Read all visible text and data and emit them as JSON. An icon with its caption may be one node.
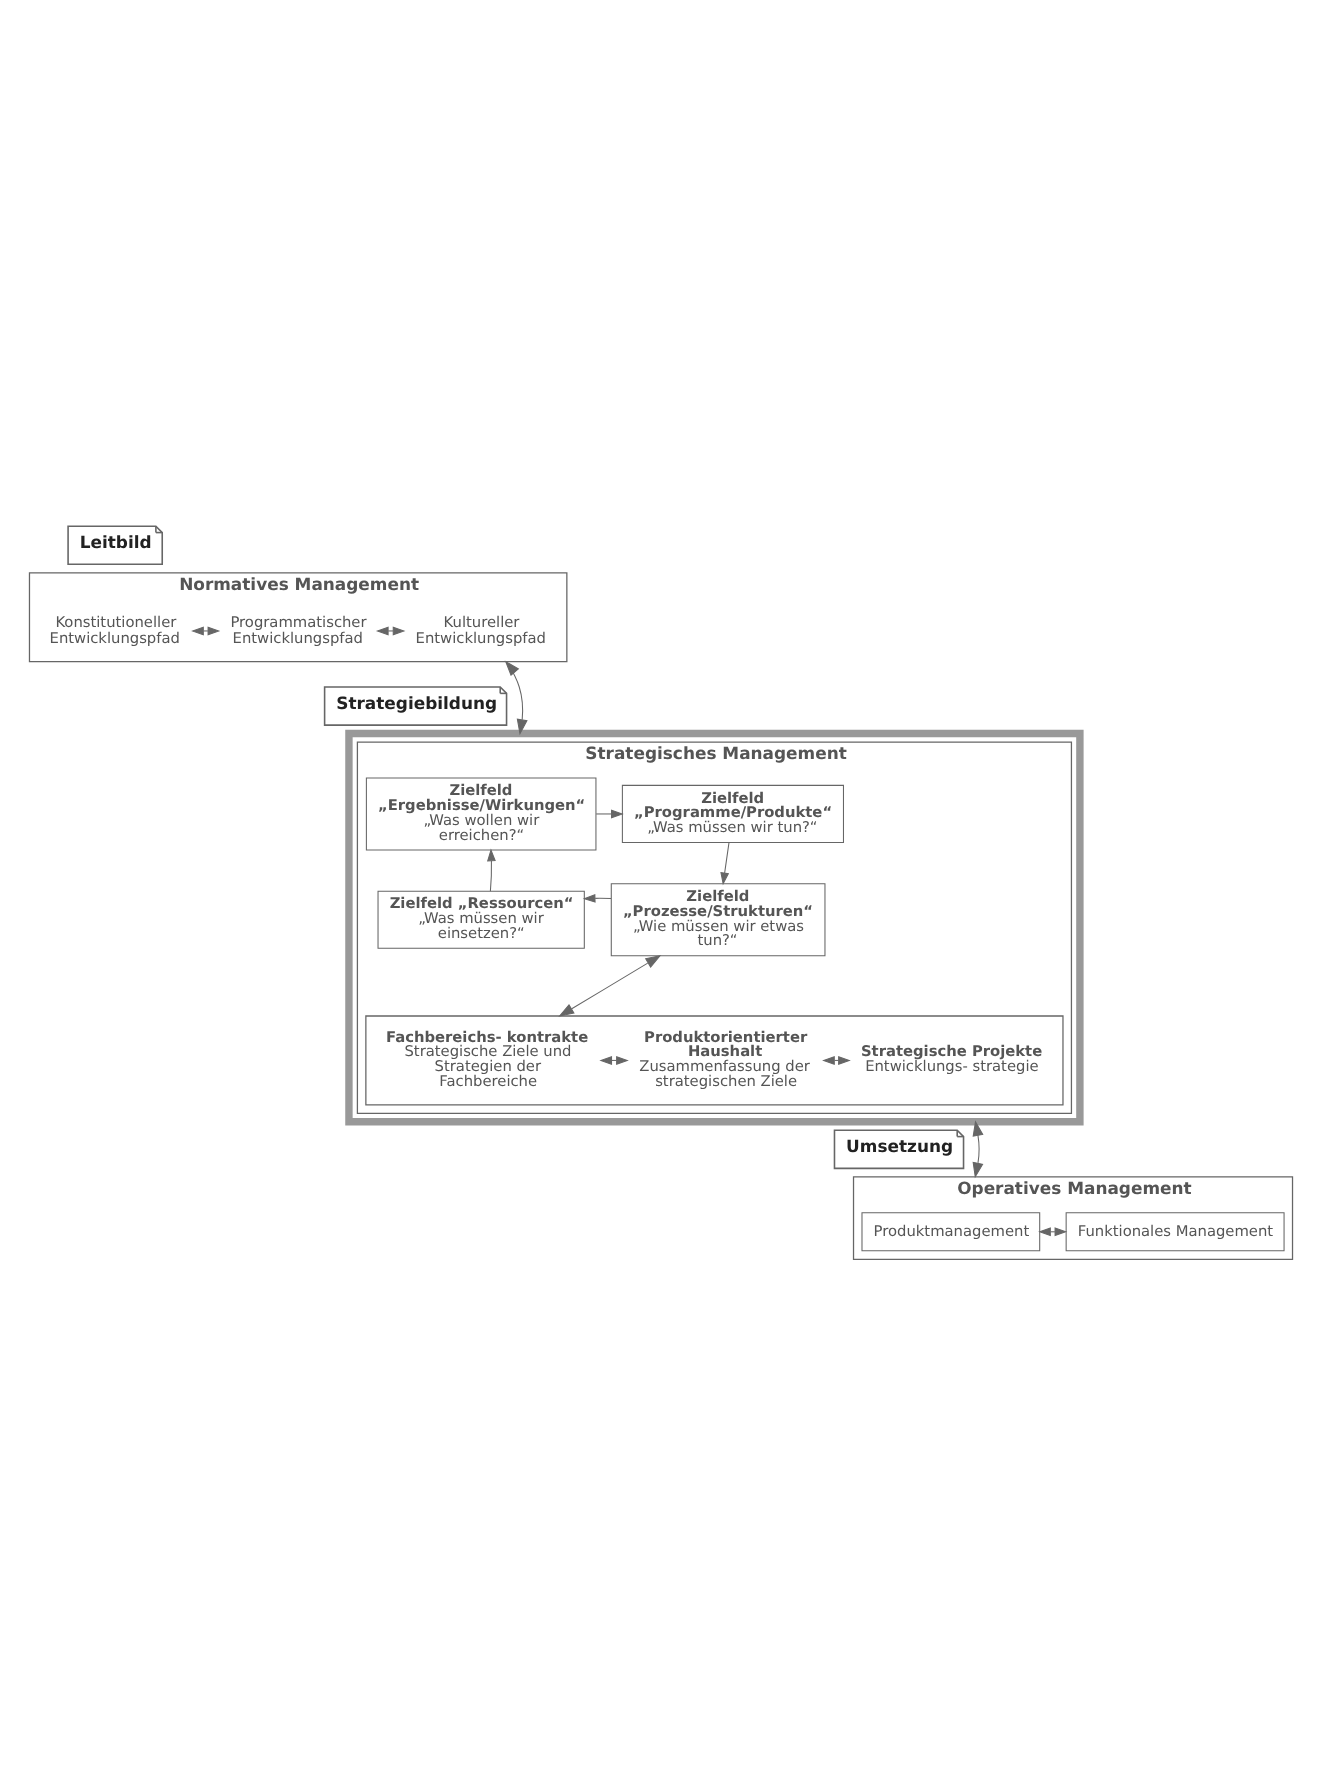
{
  "diagram": {
    "nodes": [
      {
        "text": [
          "Leitbild"
        ]
      },
      {
        "text": [
          "Normatives Management"
        ]
      },
      {
        "text": [
          "Konstitutioneller Entwicklungspfad"
        ],
        "in": 1
      },
      {
        "text": [
          "Programmatischer Entwicklungspfad"
        ],
        "in": 1
      },
      {
        "text": [
          "Kultureller Entwicklungspfad"
        ],
        "in": 1
      },
      {
        "text": [
          "Strategiebildung"
        ]
      },
      {
        "text": [],
        "shape": "box"
      },
      {
        "text": [
          "Strategisches Management"
        ],
        "in": 6
      },
      {
        "text": [
          "Zielfeld „Ergebnisse/Wirkungen“",
          "„Was wollen wir erreichen?“"
        ],
        "in": 7
      },
      {
        "text": [
          "Zielfeld „Programme/Produkte“",
          "„Was müssen wir tun?“"
        ],
        "in": 7
      },
      {
        "text": [
          "Zielfeld „Ressourcen“",
          "„Was müssen wir einsetzen?“"
        ],
        "in": 7
      },
      {
        "text": [
          "Zielfeld „Prozesse/Strukturen“",
          "„Wie müssen wir etwas tun?“"
        ],
        "in": 7
      },
      {
        "text": [],
        "shape": "box",
        "in": 7
      },
      {
        "text": [
          "Fachbereichs- kontrakte",
          "Strategische Ziele und Strategien der Fachbereiche"
        ],
        "in": 12
      },
      {
        "text": [
          "Produktorientierter Haushalt",
          "Zusammenfassung der strategischen Ziele"
        ],
        "in": 12
      },
      {
        "text": [
          "Strategische Projekte",
          "Entwicklungs- strategie"
        ],
        "in": 12
      },
      {
        "text": [
          "Umsetzung"
        ]
      },
      {
        "text": [
          "Operatives Management"
        ]
      },
      {
        "text": [
          "Produktmanagement"
        ],
        "in": 17
      },
      {
        "text": [
          "Funktionales Management"
        ],
        "in": 17
      }
    ],
    "edges": [
      {
        "from": 2,
        "to": 3,
        "arrow": "both"
      },
      {
        "from": 3,
        "to": 4,
        "arrow": "both"
      },
      {
        "from": 1,
        "to": 6,
        "arrow": "both"
      },
      {
        "from": 8,
        "to": 9,
        "arrow": "to"
      },
      {
        "from": 9,
        "to": 11,
        "arrow": "to"
      },
      {
        "from": 11,
        "to": 10,
        "arrow": "to"
      },
      {
        "from": 10,
        "to": 8,
        "arrow": "to"
      },
      {
        "from": 7,
        "to": 12,
        "arrow": "both"
      },
      {
        "from": 13,
        "to": 14,
        "arrow": "both"
      },
      {
        "from": 14,
        "to": 15,
        "arrow": "both"
      },
      {
        "from": 6,
        "to": 17,
        "arrow": "both"
      },
      {
        "from": 18,
        "to": 19,
        "arrow": "both"
      }
    ]
  }
}
